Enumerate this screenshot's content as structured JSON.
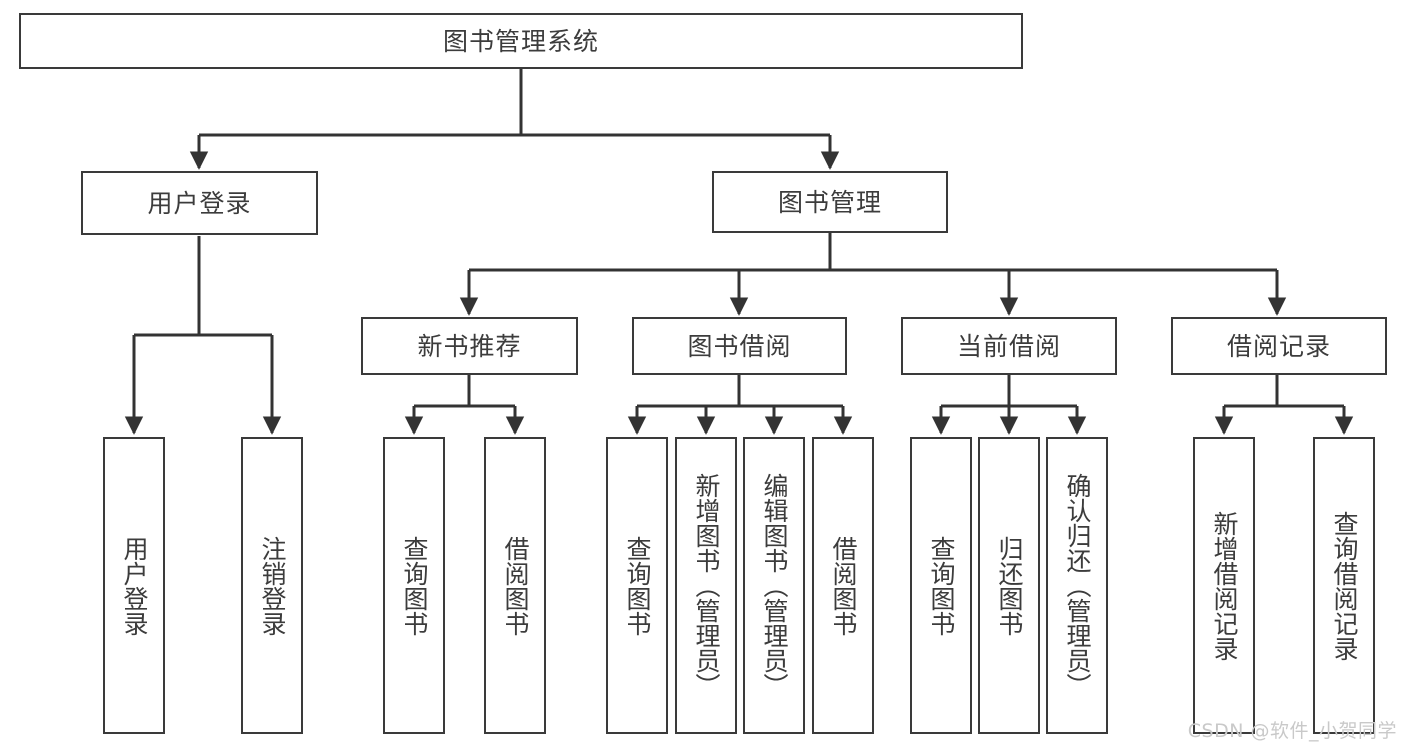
{
  "diagram": {
    "title": "图书管理系统",
    "type": "tree-hierarchy",
    "watermark": "CSDN @软件_小贺同学",
    "colors": {
      "box_border": "#3a3a3a",
      "box_fill": "#ffffff",
      "text": "#3c3c3c",
      "connector": "#333333",
      "watermark": "#c9c9c9",
      "background": "#ffffff"
    },
    "nodes": {
      "root": {
        "label": "图书管理系统",
        "level": 0,
        "orientation": "horizontal"
      },
      "user_login": {
        "label": "用户登录",
        "level": 1,
        "orientation": "horizontal"
      },
      "book_manage": {
        "label": "图书管理",
        "level": 1,
        "orientation": "horizontal"
      },
      "new_book_rec": {
        "label": "新书推荐",
        "level": 2,
        "orientation": "horizontal"
      },
      "book_borrow": {
        "label": "图书借阅",
        "level": 2,
        "orientation": "horizontal"
      },
      "current_borrow": {
        "label": "当前借阅",
        "level": 2,
        "orientation": "horizontal"
      },
      "borrow_record": {
        "label": "借阅记录",
        "level": 2,
        "orientation": "horizontal"
      },
      "leaf_user_login": {
        "label": "用户登录",
        "level": 3,
        "orientation": "vertical"
      },
      "leaf_logout": {
        "label": "注销登录",
        "level": 3,
        "orientation": "vertical"
      },
      "leaf_query_book_1": {
        "label": "查询图书",
        "level": 3,
        "orientation": "vertical"
      },
      "leaf_borrow_book_1": {
        "label": "借阅图书",
        "level": 3,
        "orientation": "vertical"
      },
      "leaf_query_book_2": {
        "label": "查询图书",
        "level": 3,
        "orientation": "vertical"
      },
      "leaf_add_book": {
        "label": "新增图书（管理员）",
        "level": 3,
        "orientation": "vertical"
      },
      "leaf_edit_book": {
        "label": "编辑图书（管理员）",
        "level": 3,
        "orientation": "vertical"
      },
      "leaf_borrow_book_2": {
        "label": "借阅图书",
        "level": 3,
        "orientation": "vertical"
      },
      "leaf_query_book_3": {
        "label": "查询图书",
        "level": 3,
        "orientation": "vertical"
      },
      "leaf_return_book": {
        "label": "归还图书",
        "level": 3,
        "orientation": "vertical"
      },
      "leaf_confirm_return": {
        "label": "确认归还（管理员）",
        "level": 3,
        "orientation": "vertical"
      },
      "leaf_add_record": {
        "label": "新增借阅记录",
        "level": 3,
        "orientation": "vertical"
      },
      "leaf_query_record": {
        "label": "查询借阅记录",
        "level": 3,
        "orientation": "vertical"
      }
    },
    "edges": [
      {
        "from": "root",
        "to": "user_login"
      },
      {
        "from": "root",
        "to": "book_manage"
      },
      {
        "from": "user_login",
        "to": "leaf_user_login"
      },
      {
        "from": "user_login",
        "to": "leaf_logout"
      },
      {
        "from": "book_manage",
        "to": "new_book_rec"
      },
      {
        "from": "book_manage",
        "to": "book_borrow"
      },
      {
        "from": "book_manage",
        "to": "current_borrow"
      },
      {
        "from": "book_manage",
        "to": "borrow_record"
      },
      {
        "from": "new_book_rec",
        "to": "leaf_query_book_1"
      },
      {
        "from": "new_book_rec",
        "to": "leaf_borrow_book_1"
      },
      {
        "from": "book_borrow",
        "to": "leaf_query_book_2"
      },
      {
        "from": "book_borrow",
        "to": "leaf_add_book"
      },
      {
        "from": "book_borrow",
        "to": "leaf_edit_book"
      },
      {
        "from": "book_borrow",
        "to": "leaf_borrow_book_2"
      },
      {
        "from": "current_borrow",
        "to": "leaf_query_book_3"
      },
      {
        "from": "current_borrow",
        "to": "leaf_return_book"
      },
      {
        "from": "current_borrow",
        "to": "leaf_confirm_return"
      },
      {
        "from": "borrow_record",
        "to": "leaf_add_record"
      },
      {
        "from": "borrow_record",
        "to": "leaf_query_record"
      }
    ]
  }
}
